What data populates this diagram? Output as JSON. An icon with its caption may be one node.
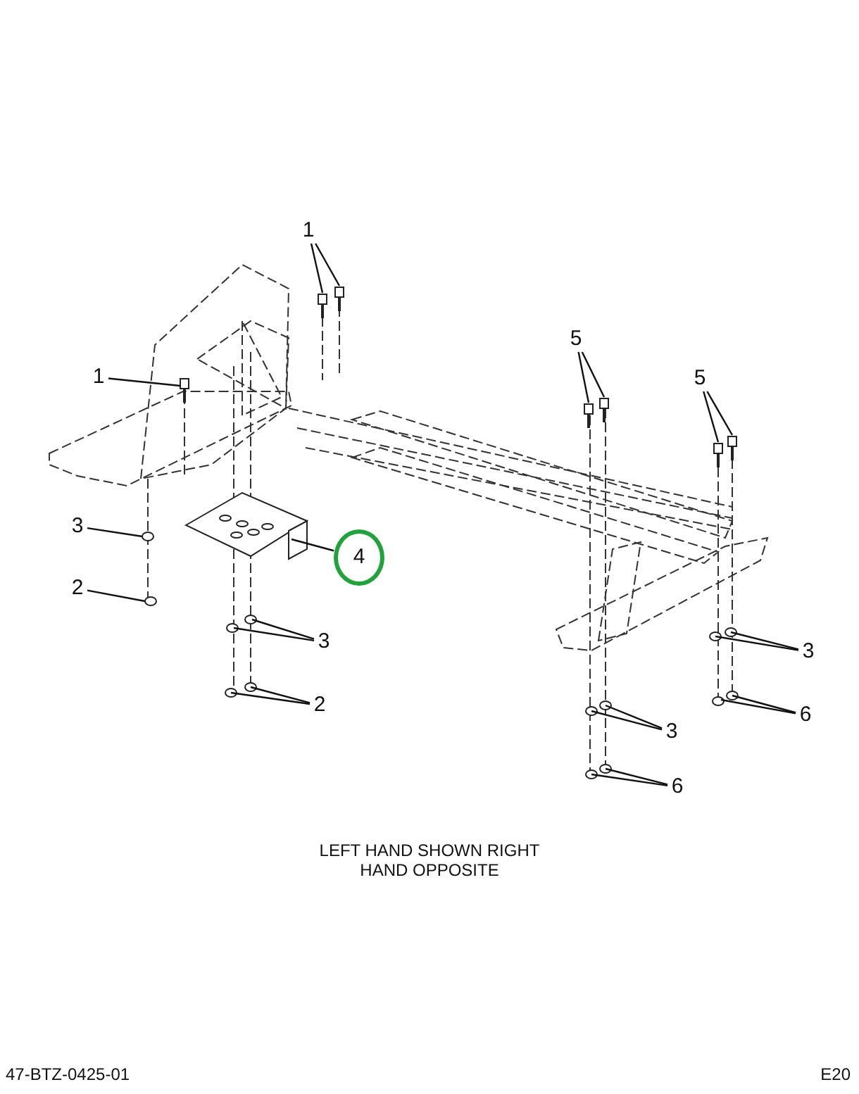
{
  "diagram": {
    "nodes": [
      {
        "text": [
          "1"
        ]
      },
      {
        "text": [
          "1"
        ]
      },
      {
        "text": [
          "3"
        ]
      },
      {
        "text": [
          "2"
        ]
      },
      {
        "text": [
          "4"
        ]
      },
      {
        "text": [
          "3"
        ]
      },
      {
        "text": [
          "2"
        ]
      },
      {
        "text": [
          "5"
        ]
      },
      {
        "text": [
          "5"
        ]
      },
      {
        "text": [
          "3"
        ]
      },
      {
        "text": [
          "3"
        ]
      },
      {
        "text": [
          "6"
        ]
      },
      {
        "text": [
          "6"
        ]
      }
    ],
    "edges": [
      {
        "from": 0,
        "to": null,
        "arrow": "none"
      },
      {
        "from": 0,
        "to": null,
        "arrow": "none"
      },
      {
        "from": 1,
        "to": null,
        "arrow": "none"
      },
      {
        "from": 2,
        "to": null,
        "arrow": "none"
      },
      {
        "from": 3,
        "to": null,
        "arrow": "none"
      },
      {
        "from": 4,
        "to": null,
        "arrow": "none"
      },
      {
        "from": 5,
        "to": null,
        "arrow": "none"
      },
      {
        "from": 5,
        "to": null,
        "arrow": "none"
      },
      {
        "from": 6,
        "to": null,
        "arrow": "none"
      },
      {
        "from": 6,
        "to": null,
        "arrow": "none"
      },
      {
        "from": 7,
        "to": null,
        "arrow": "none"
      },
      {
        "from": 7,
        "to": null,
        "arrow": "none"
      },
      {
        "from": 8,
        "to": null,
        "arrow": "none"
      },
      {
        "from": 8,
        "to": null,
        "arrow": "none"
      },
      {
        "from": 9,
        "to": null,
        "arrow": "none"
      },
      {
        "from": 9,
        "to": null,
        "arrow": "none"
      },
      {
        "from": 10,
        "to": null,
        "arrow": "none"
      },
      {
        "from": 10,
        "to": null,
        "arrow": "none"
      },
      {
        "from": 11,
        "to": null,
        "arrow": "none"
      },
      {
        "from": 11,
        "to": null,
        "arrow": "none"
      },
      {
        "from": 12,
        "to": null,
        "arrow": "none"
      },
      {
        "from": 12,
        "to": null,
        "arrow": "none"
      }
    ],
    "labels": [
      "LEFT HAND SHOWN RIGHT HAND OPPOSITE",
      "47-BTZ-0425-01",
      "E20"
    ]
  }
}
